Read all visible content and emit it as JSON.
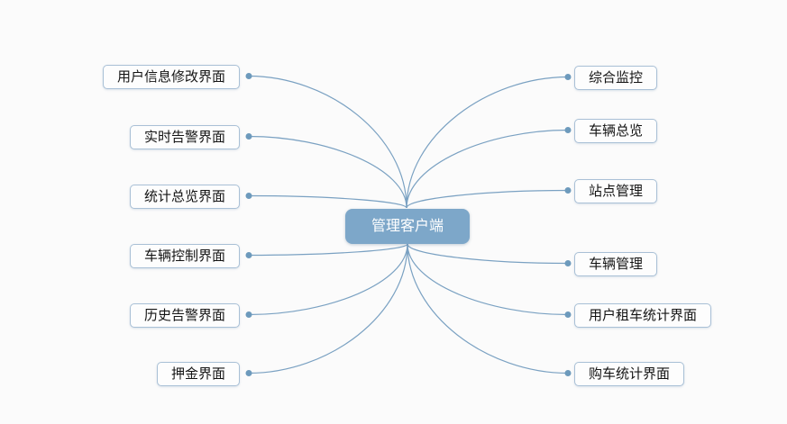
{
  "central": {
    "label": "管理客户端"
  },
  "nodes": {
    "left": [
      {
        "label": "用户信息修改界面"
      },
      {
        "label": "实时告警界面"
      },
      {
        "label": "统计总览界面"
      },
      {
        "label": "车辆控制界面"
      },
      {
        "label": "历史告警界面"
      },
      {
        "label": "押金界面"
      }
    ],
    "right": [
      {
        "label": "综合监控"
      },
      {
        "label": "车辆总览"
      },
      {
        "label": "站点管理"
      },
      {
        "label": "车辆管理"
      },
      {
        "label": "用户租车统计界面"
      },
      {
        "label": "购车统计界面"
      }
    ]
  },
  "colors": {
    "background": "#fbfbfb",
    "central_fill": "#7da7c9",
    "central_text": "#ffffff",
    "node_fill": "#fdfdfd",
    "node_border": "#a9c0d6",
    "connector": "#7aa1c2",
    "dot": "#6d9abc"
  }
}
